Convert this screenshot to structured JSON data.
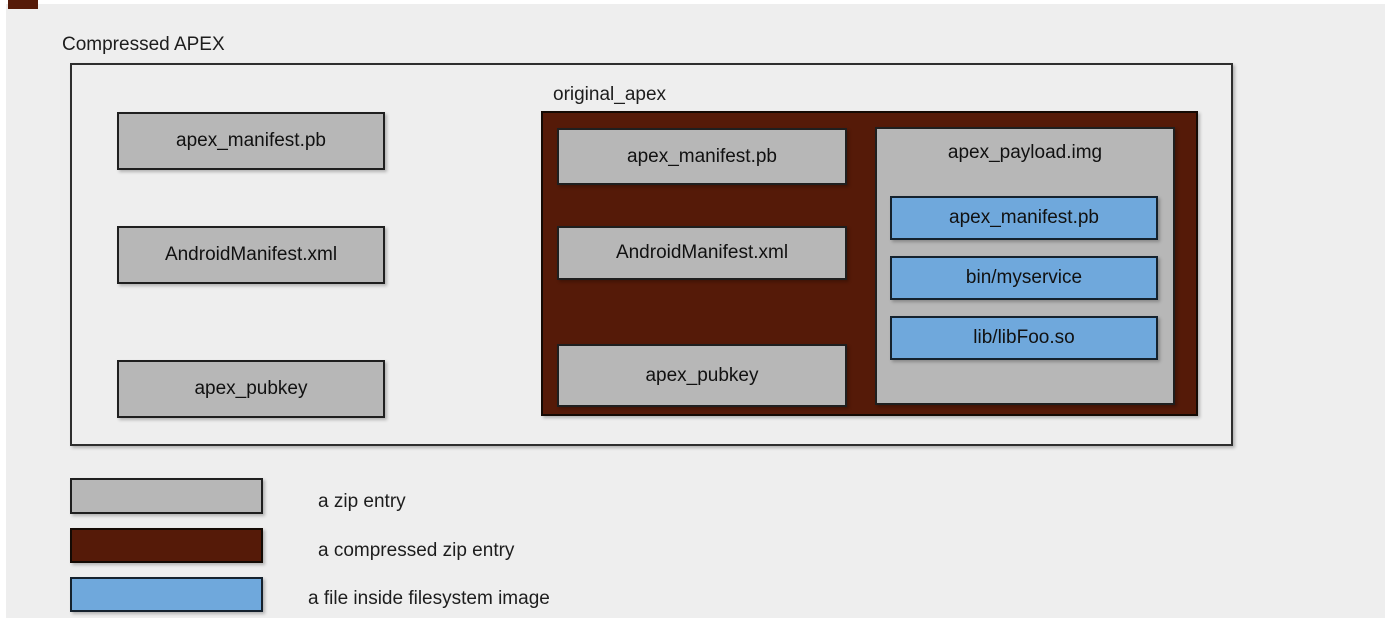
{
  "title": "Compressed APEX",
  "diagram": {
    "zip_entries": [
      "apex_manifest.pb",
      "AndroidManifest.xml",
      "apex_pubkey"
    ],
    "original_apex": {
      "label": "original_apex",
      "zip_entries": [
        "apex_manifest.pb",
        "AndroidManifest.xml",
        "apex_pubkey"
      ],
      "payload": {
        "label": "apex_payload.img",
        "files": [
          "apex_manifest.pb",
          "bin/myservice",
          "lib/libFoo.so"
        ]
      }
    }
  },
  "legend": {
    "items": [
      {
        "label": "a zip entry",
        "color": "#b7b7b7"
      },
      {
        "label": "a compressed zip entry",
        "color": "#551a08"
      },
      {
        "label": "a file inside filesystem image",
        "color": "#6fa8dc"
      }
    ]
  },
  "colors": {
    "background": "#eeeeee",
    "zip_entry_gray": "#b7b7b7",
    "compressed_zip_entry_maroon": "#551a08",
    "filesystem_file_blue": "#6fa8dc"
  }
}
